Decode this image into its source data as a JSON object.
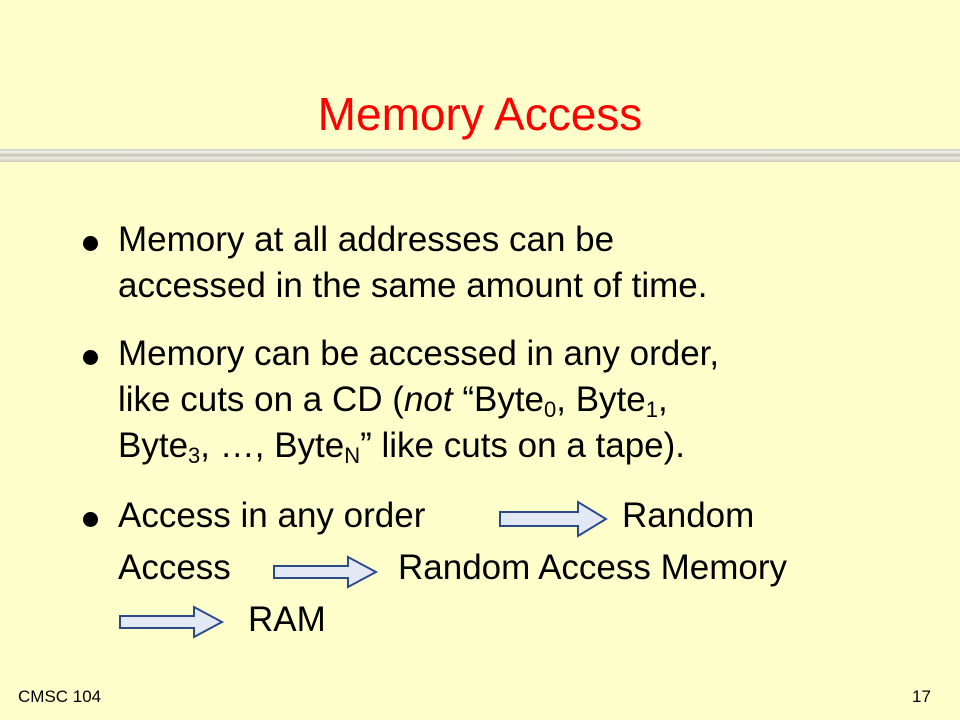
{
  "title": "Memory Access",
  "bullets": [
    {
      "line1": "Memory at all addresses can be",
      "line2": "accessed in the same amount of time."
    },
    {
      "line1": "Memory can be accessed in any order,",
      "line2_pre": "like cuts on a CD (",
      "line2_not": "not",
      "line2_q": " “Byte",
      "sub0": "0",
      "line2_mid": ", Byte",
      "sub1": "1",
      "line2_end": ",",
      "line3_pre": "Byte",
      "sub3": "3",
      "line3_mid": ", …, Byte",
      "subN": "N",
      "line3_end": "” like cuts on a tape)."
    },
    {
      "line1_a": "Access in any order",
      "line1_b": "Random",
      "line2_a": "Access",
      "line2_b": "Random Access Memory",
      "line3_b": "RAM"
    }
  ],
  "footer": {
    "course": "CMSC 104",
    "page": "17"
  }
}
